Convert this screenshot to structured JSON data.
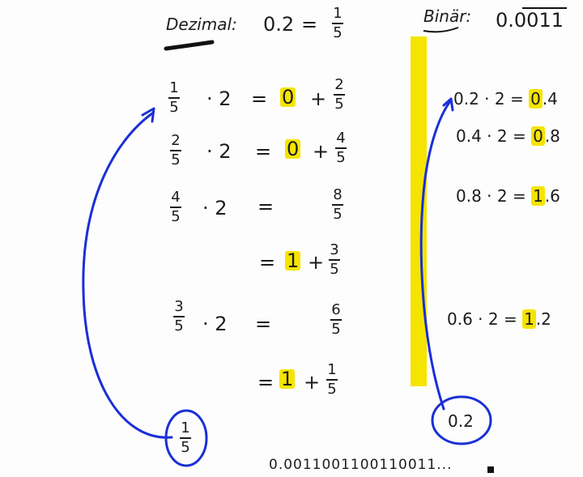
{
  "title": {
    "decimal_label": "Dezimal:",
    "decimal_value": "0.2",
    "equals": "=",
    "decimal_frac_num": "1",
    "decimal_frac_den": "5",
    "binary_label": "Binär:",
    "binary_value": "0.0011"
  },
  "fraction_steps": [
    {
      "lhs_num": "1",
      "lhs_den": "5",
      "mult": "· 2",
      "eq": "=",
      "digit": "0",
      "plus": "+",
      "rest_num": "2",
      "rest_den": "5"
    },
    {
      "lhs_num": "2",
      "lhs_den": "5",
      "mult": "· 2",
      "eq": "=",
      "digit": "0",
      "plus": "+",
      "rest_num": "4",
      "rest_den": "5"
    },
    {
      "lhs_num": "4",
      "lhs_den": "5",
      "mult": "· 2",
      "eq": "=",
      "rest_num": "8",
      "rest_den": "5"
    },
    {
      "eq": "=",
      "digit": "1",
      "plus": "+",
      "rest_num": "3",
      "rest_den": "5"
    },
    {
      "lhs_num": "3",
      "lhs_den": "5",
      "mult": "· 2",
      "eq": "=",
      "rest_num": "6",
      "rest_den": "5"
    },
    {
      "eq": "=",
      "digit": "1",
      "plus": "+",
      "rest_num": "1",
      "rest_den": "5"
    }
  ],
  "decimal_steps": [
    {
      "expr": "0.2 · 2 =",
      "int": "0",
      "frac": ".4"
    },
    {
      "expr": "0.4 · 2 =",
      "int": "0",
      "frac": ".8"
    },
    {
      "expr": "0.8 · 2 =",
      "int": "1",
      "frac": ".6"
    },
    {
      "expr": "0.6 · 2 =",
      "int": "1",
      "frac": ".2"
    }
  ],
  "left_loop_frac_num": "1",
  "left_loop_frac_den": "5",
  "right_loop_value": "0.2",
  "bottom_sequence": "0.0011001100110011...",
  "colors": {
    "ink": "#1c1c1c",
    "highlight": "#f5e400",
    "arrow": "#1a2fd6"
  }
}
